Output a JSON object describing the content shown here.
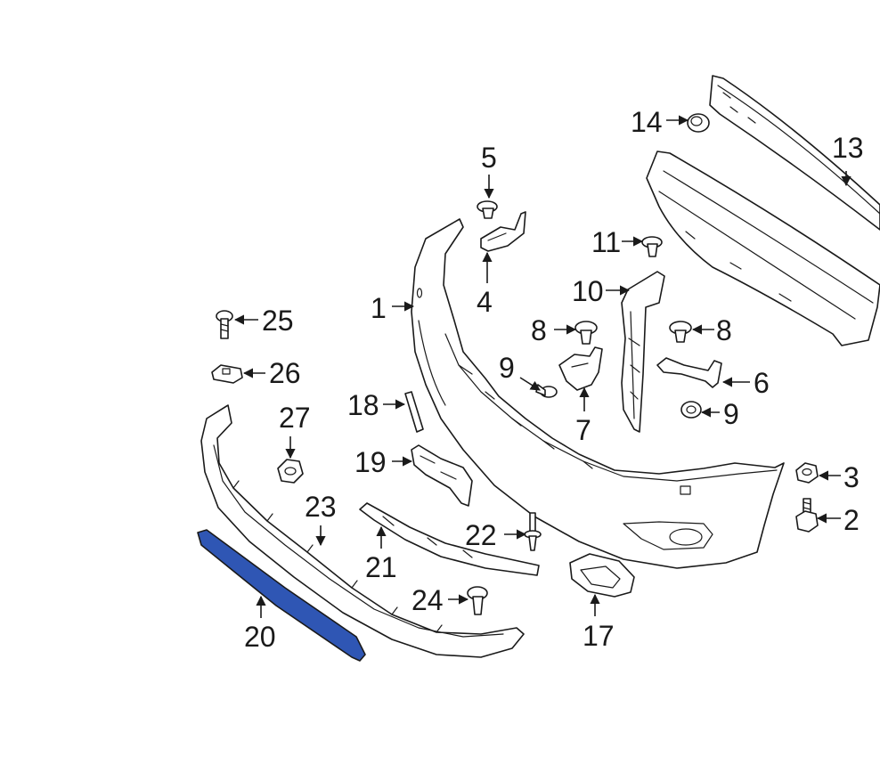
{
  "colors": {
    "line": "#1a1a1a",
    "highlight": "#2f56b4",
    "background": "#ffffff"
  },
  "callouts": [
    {
      "id": "1",
      "label": "1"
    },
    {
      "id": "2",
      "label": "2"
    },
    {
      "id": "3",
      "label": "3"
    },
    {
      "id": "4",
      "label": "4"
    },
    {
      "id": "5",
      "label": "5"
    },
    {
      "id": "6",
      "label": "6"
    },
    {
      "id": "7",
      "label": "7"
    },
    {
      "id": "8a",
      "label": "8"
    },
    {
      "id": "8b",
      "label": "8"
    },
    {
      "id": "9a",
      "label": "9"
    },
    {
      "id": "9b",
      "label": "9"
    },
    {
      "id": "10",
      "label": "10"
    },
    {
      "id": "11",
      "label": "11"
    },
    {
      "id": "13",
      "label": "13"
    },
    {
      "id": "14",
      "label": "14"
    },
    {
      "id": "17",
      "label": "17"
    },
    {
      "id": "18",
      "label": "18"
    },
    {
      "id": "19",
      "label": "19"
    },
    {
      "id": "20",
      "label": "20"
    },
    {
      "id": "21",
      "label": "21"
    },
    {
      "id": "22",
      "label": "22"
    },
    {
      "id": "23",
      "label": "23"
    },
    {
      "id": "24",
      "label": "24"
    },
    {
      "id": "25",
      "label": "25"
    },
    {
      "id": "26",
      "label": "26"
    },
    {
      "id": "27",
      "label": "27"
    }
  ],
  "highlighted_part": "20"
}
